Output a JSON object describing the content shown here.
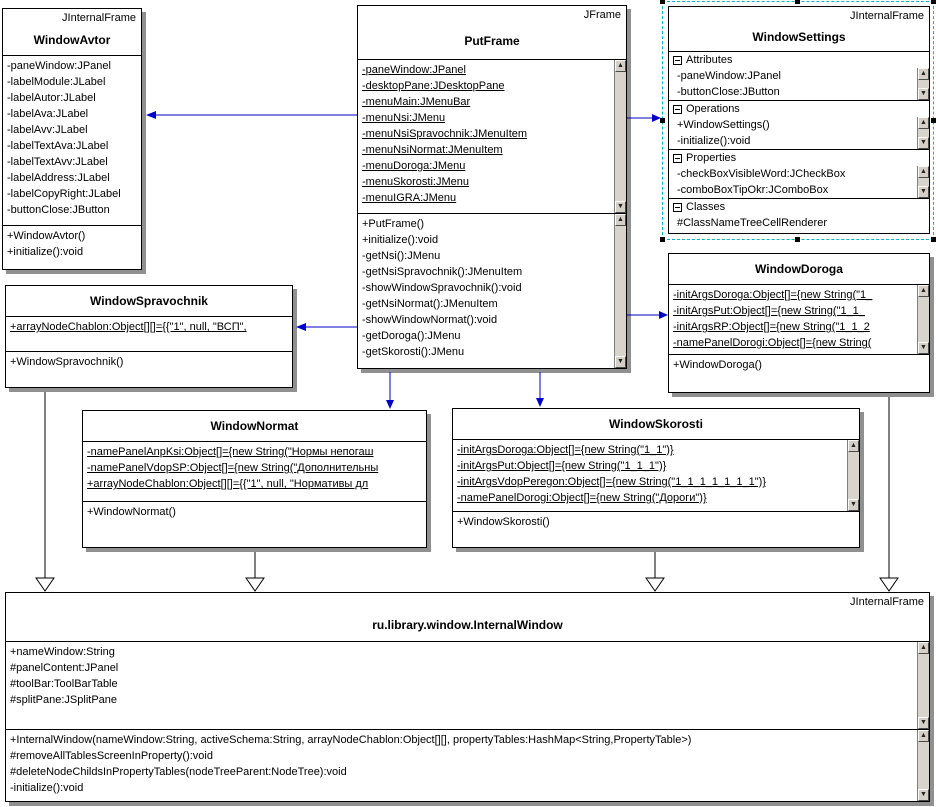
{
  "diagram": {
    "classes": {
      "windowAvtor": {
        "stereotype": "JInternalFrame",
        "name": "WindowAvtor",
        "fields": [
          "-paneWindow:JPanel",
          "-labelModule:JLabel",
          "-labelAutor:JLabel",
          "-labelAva:JLabel",
          "-labelAvv:JLabel",
          "-labelTextAva:JLabel",
          "-labelTextAvv:JLabel",
          "-labelAddress:JLabel",
          "-labelCopyRight:JLabel",
          "-buttonClose:JButton"
        ],
        "methods": [
          "+WindowAvtor()",
          "+initialize():void"
        ]
      },
      "putFrame": {
        "stereotype": "JFrame",
        "name": "PutFrame",
        "fields": [
          "-paneWindow:JPanel",
          "-desktopPane:JDesktopPane",
          "-menuMain:JMenuBar",
          "-menuNsi:JMenu",
          "-menuNsiSpravochnik:JMenuItem",
          "-menuNsiNormat:JMenuItem",
          "-menuDoroga:JMenu",
          "-menuSkorosti:JMenu",
          "-menuIGRA:JMenu"
        ],
        "methods": [
          "+PutFrame()",
          "+initialize():void",
          "-getNsi():JMenu",
          "-getNsiSpravochnik():JMenuItem",
          "-showWindowSpravochnik():void",
          "-getNsiNormat():JMenuItem",
          "-showWindowNormat():void",
          "-getDoroga():JMenu",
          "-getSkorosti():JMenu"
        ]
      },
      "windowSettings": {
        "stereotype": "JInternalFrame",
        "name": "WindowSettings",
        "sections": [
          {
            "label": "Attributes",
            "items": [
              "-paneWindow:JPanel",
              "-buttonClose:JButton"
            ],
            "scrollbar": true
          },
          {
            "label": "Operations",
            "items": [
              "+WindowSettings()",
              "-initialize():void"
            ],
            "scrollbar": true
          },
          {
            "label": "Properties",
            "items": [
              "-checkBoxVisibleWord:JCheckBox",
              "-comboBoxTipOkr:JComboBox"
            ],
            "scrollbar": true
          },
          {
            "label": "Classes",
            "items": [
              "#ClassNameTreeCellRenderer"
            ],
            "scrollbar": false
          }
        ]
      },
      "windowSpravochnik": {
        "name": "WindowSpravochnik",
        "fields": [
          "+arrayNodeChablon:Object[][]={{\"1\", null, \"ВСП\","
        ],
        "methods": [
          "+WindowSpravochnik()"
        ]
      },
      "windowDoroga": {
        "name": "WindowDoroga",
        "fields": [
          "-initArgsDoroga:Object[]={new String(\"1_",
          "-initArgsPut:Object[]={new String(\"1_1_",
          "-initArgsRP:Object[]={new String(\"1_1_2",
          "-namePanelDorogi:Object[]={new String("
        ],
        "methods": [
          "+WindowDoroga()"
        ]
      },
      "windowNormat": {
        "name": "WindowNormat",
        "fields": [
          "-namePanelAnpKsi:Object[]={new String(\"Нормы непогаш",
          "-namePanelVdopSP:Object[]={new String(\"Дополнительны",
          "+arrayNodeChablon:Object[][]={{\"1\", null, \"Нормативы дл"
        ],
        "methods": [
          "+WindowNormat()"
        ]
      },
      "windowSkorosti": {
        "name": "WindowSkorosti",
        "fields": [
          "-initArgsDoroga:Object[]={new String(\"1_1\")}",
          "-initArgsPut:Object[]={new String(\"1_1_1\")}",
          "-initArgsVdopPeregon:Object[]={new String(\"1_1_1_1_1_1_1\")}",
          "-namePanelDorogi:Object[]={new String(\"Дороги\")}"
        ],
        "methods": [
          "+WindowSkorosti()"
        ]
      },
      "internalWindow": {
        "stereotype": "JInternalFrame",
        "name": "ru.library.window.InternalWindow",
        "fields": [
          "+nameWindow:String",
          "#panelContent:JPanel",
          "#toolBar:ToolBarTable",
          "#splitPane:JSplitPane"
        ],
        "methods": [
          "+InternalWindow(nameWindow:String, activeSchema:String, arrayNodeChablon:Object[][], propertyTables:HashMap<String,PropertyTable>)",
          "#removeAllTablesScreenInProperty():void",
          "#deleteNodeChildsInPropertyTables(nodeTreeParent:NodeTree):void",
          "-initialize():void"
        ]
      }
    },
    "relations": [
      {
        "from": "PutFrame",
        "to": "WindowAvtor",
        "type": "dependency"
      },
      {
        "from": "PutFrame",
        "to": "WindowSettings",
        "type": "dependency"
      },
      {
        "from": "PutFrame",
        "to": "WindowSpravochnik",
        "type": "dependency"
      },
      {
        "from": "PutFrame",
        "to": "WindowDoroga",
        "type": "dependency"
      },
      {
        "from": "PutFrame",
        "to": "WindowNormat",
        "type": "dependency"
      },
      {
        "from": "PutFrame",
        "to": "WindowSkorosti",
        "type": "dependency"
      },
      {
        "from": "WindowSpravochnik",
        "to": "ru.library.window.InternalWindow",
        "type": "generalization"
      },
      {
        "from": "WindowNormat",
        "to": "ru.library.window.InternalWindow",
        "type": "generalization"
      },
      {
        "from": "WindowSkorosti",
        "to": "ru.library.window.InternalWindow",
        "type": "generalization"
      },
      {
        "from": "WindowDoroga",
        "to": "ru.library.window.InternalWindow",
        "type": "generalization"
      }
    ],
    "scrollbar": {
      "up": "▲",
      "down": "▼"
    },
    "colors": {
      "dependency": "#0000c8",
      "generalization": "#000000",
      "shadow": "#909090",
      "selection": "#00b4c8"
    }
  }
}
